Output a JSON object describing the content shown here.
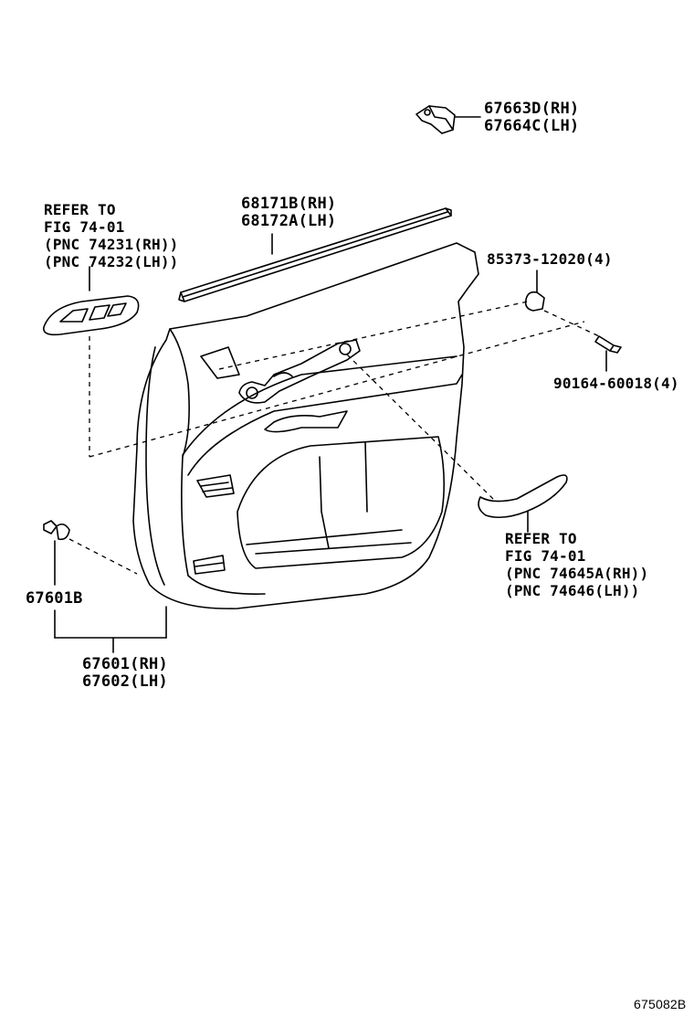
{
  "labels": {
    "clip_rh": "67663D(RH)",
    "clip_lh": "67664C(LH)",
    "weather_rh": "68171B(RH)",
    "weather_lh": "68172A(LH)",
    "refer_top_1": "REFER TO",
    "refer_top_2": "FIG 74-01",
    "refer_top_3": "(PNC 74231(RH))",
    "refer_top_4": "(PNC 74232(LH))",
    "clip_85373": "85373-12020(4)",
    "screw_90164": "90164-60018(4)",
    "refer_bot_1": "REFER TO",
    "refer_bot_2": "FIG 74-01",
    "refer_bot_3": "(PNC 74645A(RH))",
    "refer_bot_4": "(PNC 74646(LH))",
    "clip_67601b": "67601B",
    "panel_rh": "67601(RH)",
    "panel_lh": "67602(LH)",
    "figure_code": "675082B"
  }
}
